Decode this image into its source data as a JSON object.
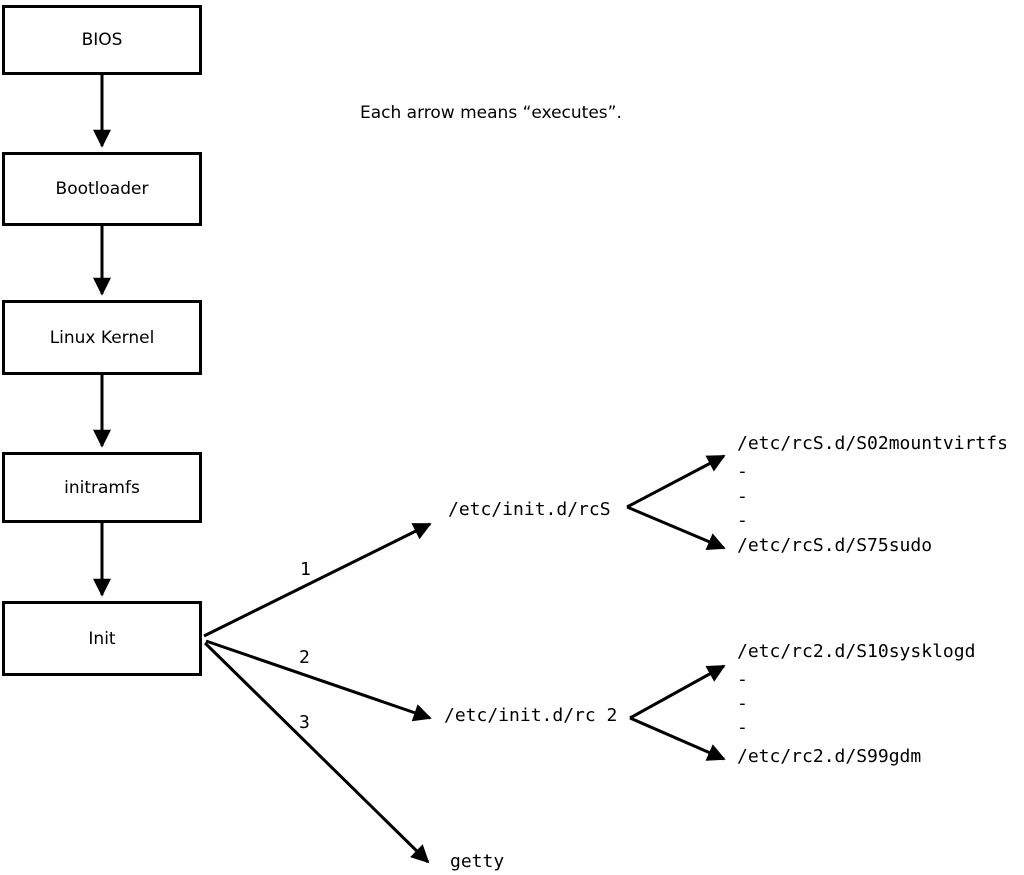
{
  "note": "Each arrow means “executes”.",
  "chain": [
    {
      "label": "BIOS"
    },
    {
      "label": "Bootloader"
    },
    {
      "label": "Linux Kernel"
    },
    {
      "label": "initramfs"
    },
    {
      "label": "Init"
    }
  ],
  "branches": [
    {
      "num": "1",
      "target": "/etc/init.d/rcS",
      "first_child": "/etc/rcS.d/S02mountvirtfs",
      "dots": [
        "-",
        "-",
        "-"
      ],
      "last_child": "/etc/rcS.d/S75sudo"
    },
    {
      "num": "2",
      "target": "/etc/init.d/rc 2",
      "first_child": "/etc/rc2.d/S10sysklogd",
      "dots": [
        "-",
        "-",
        "-"
      ],
      "last_child": "/etc/rc2.d/S99gdm"
    },
    {
      "num": "3",
      "target": "getty"
    }
  ],
  "colors": {
    "line": "#000000",
    "background": "#ffffff"
  }
}
